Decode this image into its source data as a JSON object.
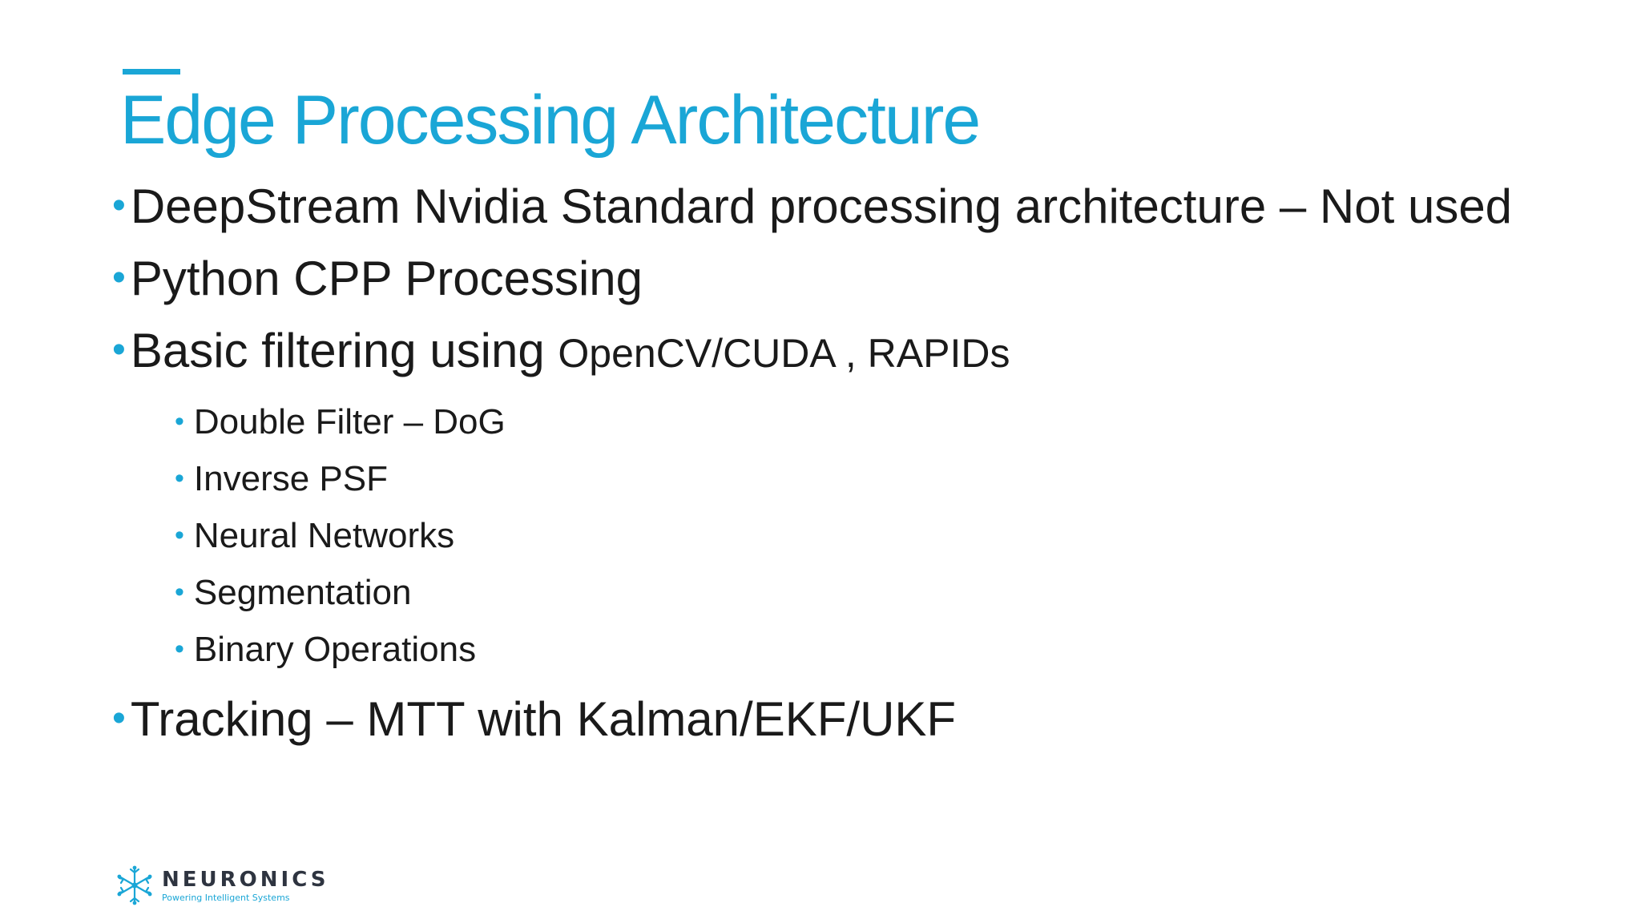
{
  "slide": {
    "title": "Edge Processing Architecture",
    "bullet_glyph": "•",
    "bullets": [
      {
        "text": "DeepStream Nvidia Standard processing architecture – Not used"
      },
      {
        "text": "Python CPP Processing"
      },
      {
        "text": "Basic filtering using ",
        "text_small": "OpenCV/CUDA , RAPIDs"
      },
      {
        "text": "Tracking – MTT with Kalman/EKF/UKF"
      }
    ],
    "sub_bullets": [
      {
        "text": "Double Filter – DoG"
      },
      {
        "text": "Inverse PSF"
      },
      {
        "text": "Neural Networks"
      },
      {
        "text": "Segmentation"
      },
      {
        "text": "Binary Operations"
      }
    ]
  },
  "logo": {
    "name": "NEURONICS",
    "tagline": "Powering Intelligent Systems",
    "icon": "neuron-snowflake-icon"
  },
  "colors": {
    "accent": "#1aa6d6",
    "text": "#1a1a1a",
    "logo_text": "#2e3440"
  }
}
